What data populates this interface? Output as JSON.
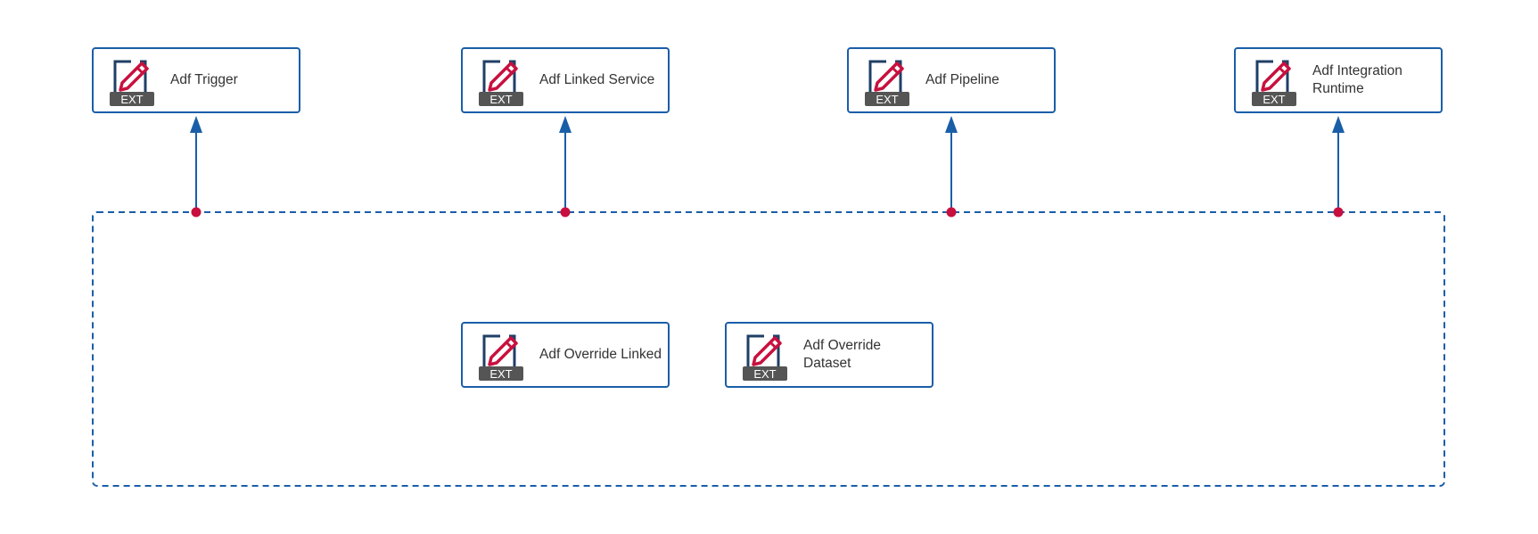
{
  "nodes": [
    {
      "id": "trigger",
      "label": "Adf Trigger",
      "icon": "ext-edit-icon"
    },
    {
      "id": "linked-service",
      "label": "Adf Linked Service",
      "icon": "ext-edit-icon"
    },
    {
      "id": "pipeline",
      "label": "Adf Pipeline",
      "icon": "ext-edit-icon"
    },
    {
      "id": "integration-runtime",
      "label": "Adf Integration Runtime",
      "icon": "ext-edit-icon"
    },
    {
      "id": "override-linked",
      "label": "Adf Override Linked",
      "icon": "ext-edit-icon"
    },
    {
      "id": "override-dataset",
      "label": "Adf Override Dataset",
      "icon": "ext-edit-icon"
    }
  ],
  "icon_badge": "EXT",
  "edges": [
    {
      "from": "group",
      "to": "trigger"
    },
    {
      "from": "group",
      "to": "linked-service"
    },
    {
      "from": "group",
      "to": "pipeline"
    },
    {
      "from": "group",
      "to": "integration-runtime"
    }
  ],
  "colors": {
    "border": "#1a5ea8",
    "endpoint": "#c8103e",
    "icon_badge": "#555555",
    "pencil": "#c8103e"
  }
}
